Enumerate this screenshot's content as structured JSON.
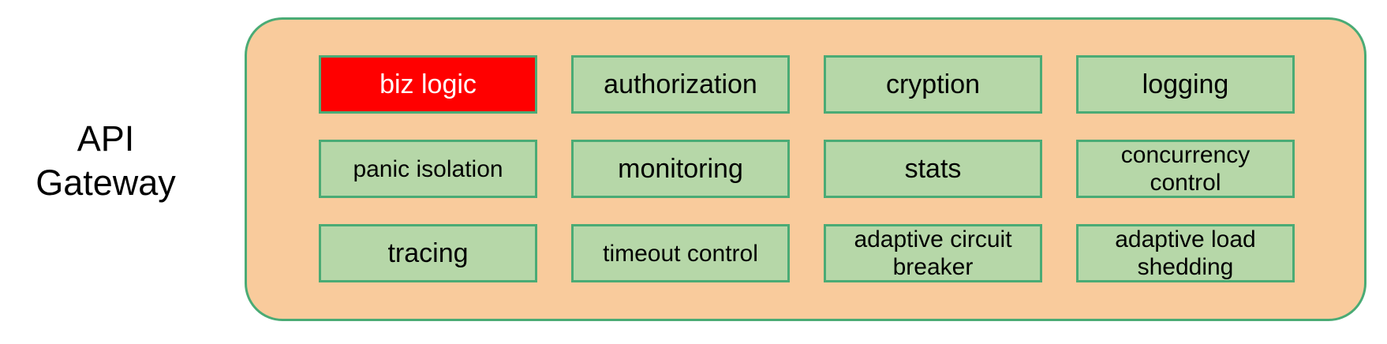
{
  "diagram": {
    "left_label": "API\nGateway",
    "container": {
      "name": "api-gateway-container",
      "fill_color": "#f9cb9c",
      "border_color": "#4aab75"
    },
    "box_style": {
      "fill_color": "#b6d7a8",
      "border_color": "#4aab75",
      "text_color": "#000000",
      "highlight_fill_color": "#ff0000",
      "highlight_text_color": "#ffffff"
    },
    "modules": [
      {
        "label": "biz logic",
        "highlight": true,
        "size": "normal",
        "row": 1,
        "col": 1
      },
      {
        "label": "authorization",
        "highlight": false,
        "size": "normal",
        "row": 1,
        "col": 2
      },
      {
        "label": "cryption",
        "highlight": false,
        "size": "normal",
        "row": 1,
        "col": 3
      },
      {
        "label": "logging",
        "highlight": false,
        "size": "normal",
        "row": 1,
        "col": 4
      },
      {
        "label": "panic isolation",
        "highlight": false,
        "size": "small",
        "row": 2,
        "col": 1
      },
      {
        "label": "monitoring",
        "highlight": false,
        "size": "normal",
        "row": 2,
        "col": 2
      },
      {
        "label": "stats",
        "highlight": false,
        "size": "normal",
        "row": 2,
        "col": 3
      },
      {
        "label": "concurrency\ncontrol",
        "highlight": false,
        "size": "two-line",
        "row": 2,
        "col": 4
      },
      {
        "label": "tracing",
        "highlight": false,
        "size": "normal",
        "row": 3,
        "col": 1
      },
      {
        "label": "timeout control",
        "highlight": false,
        "size": "small",
        "row": 3,
        "col": 2
      },
      {
        "label": "adaptive circuit\nbreaker",
        "highlight": false,
        "size": "two-line",
        "row": 3,
        "col": 3
      },
      {
        "label": "adaptive load\nshedding",
        "highlight": false,
        "size": "two-line",
        "row": 3,
        "col": 4
      }
    ]
  }
}
